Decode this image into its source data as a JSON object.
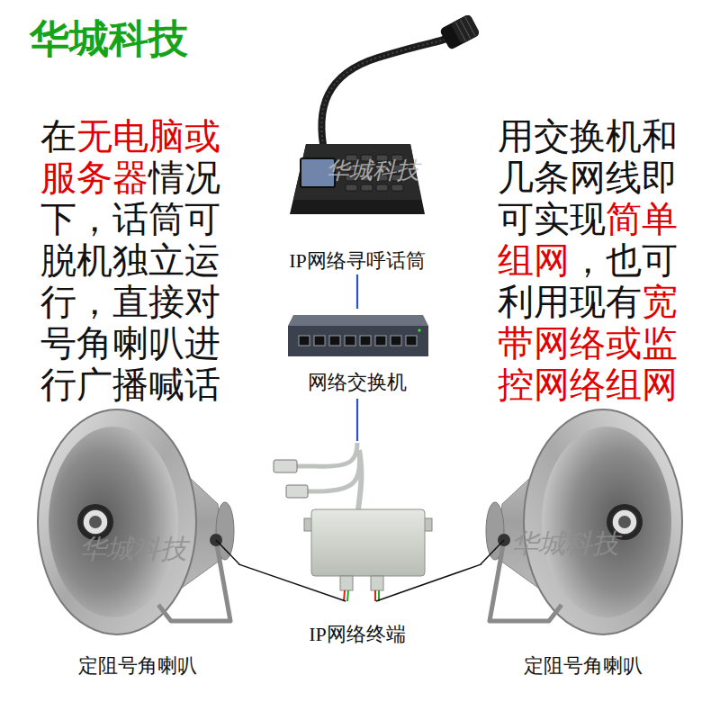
{
  "diagram": {
    "title": "华城科技",
    "nodes": [
      {
        "text": [
          "IP网络寻呼话筒"
        ]
      },
      {
        "text": [
          "网络交换机"
        ]
      },
      {
        "text": [
          "IP网络终端"
        ]
      },
      {
        "text": [
          "定阻号角喇叭"
        ]
      },
      {
        "text": [
          "定阻号角喇叭"
        ]
      }
    ],
    "edges": [
      {
        "from": 0,
        "to": 1,
        "arrow": "none"
      },
      {
        "from": 1,
        "to": 2,
        "arrow": "none"
      },
      {
        "from": 2,
        "to": 3,
        "arrow": "none"
      },
      {
        "from": 2,
        "to": 4,
        "arrow": "none"
      }
    ],
    "labels": [
      "在",
      "无电脑或服务器",
      "情况下，话筒可脱机独立运行，直接对号角喇叭进行广播喊话",
      "用交换机和几条网线即可实现",
      "简单组网",
      "，也可利用现有",
      "宽带网络或监控网络组网",
      "华城科技",
      "华城科技",
      "华城科技"
    ]
  }
}
